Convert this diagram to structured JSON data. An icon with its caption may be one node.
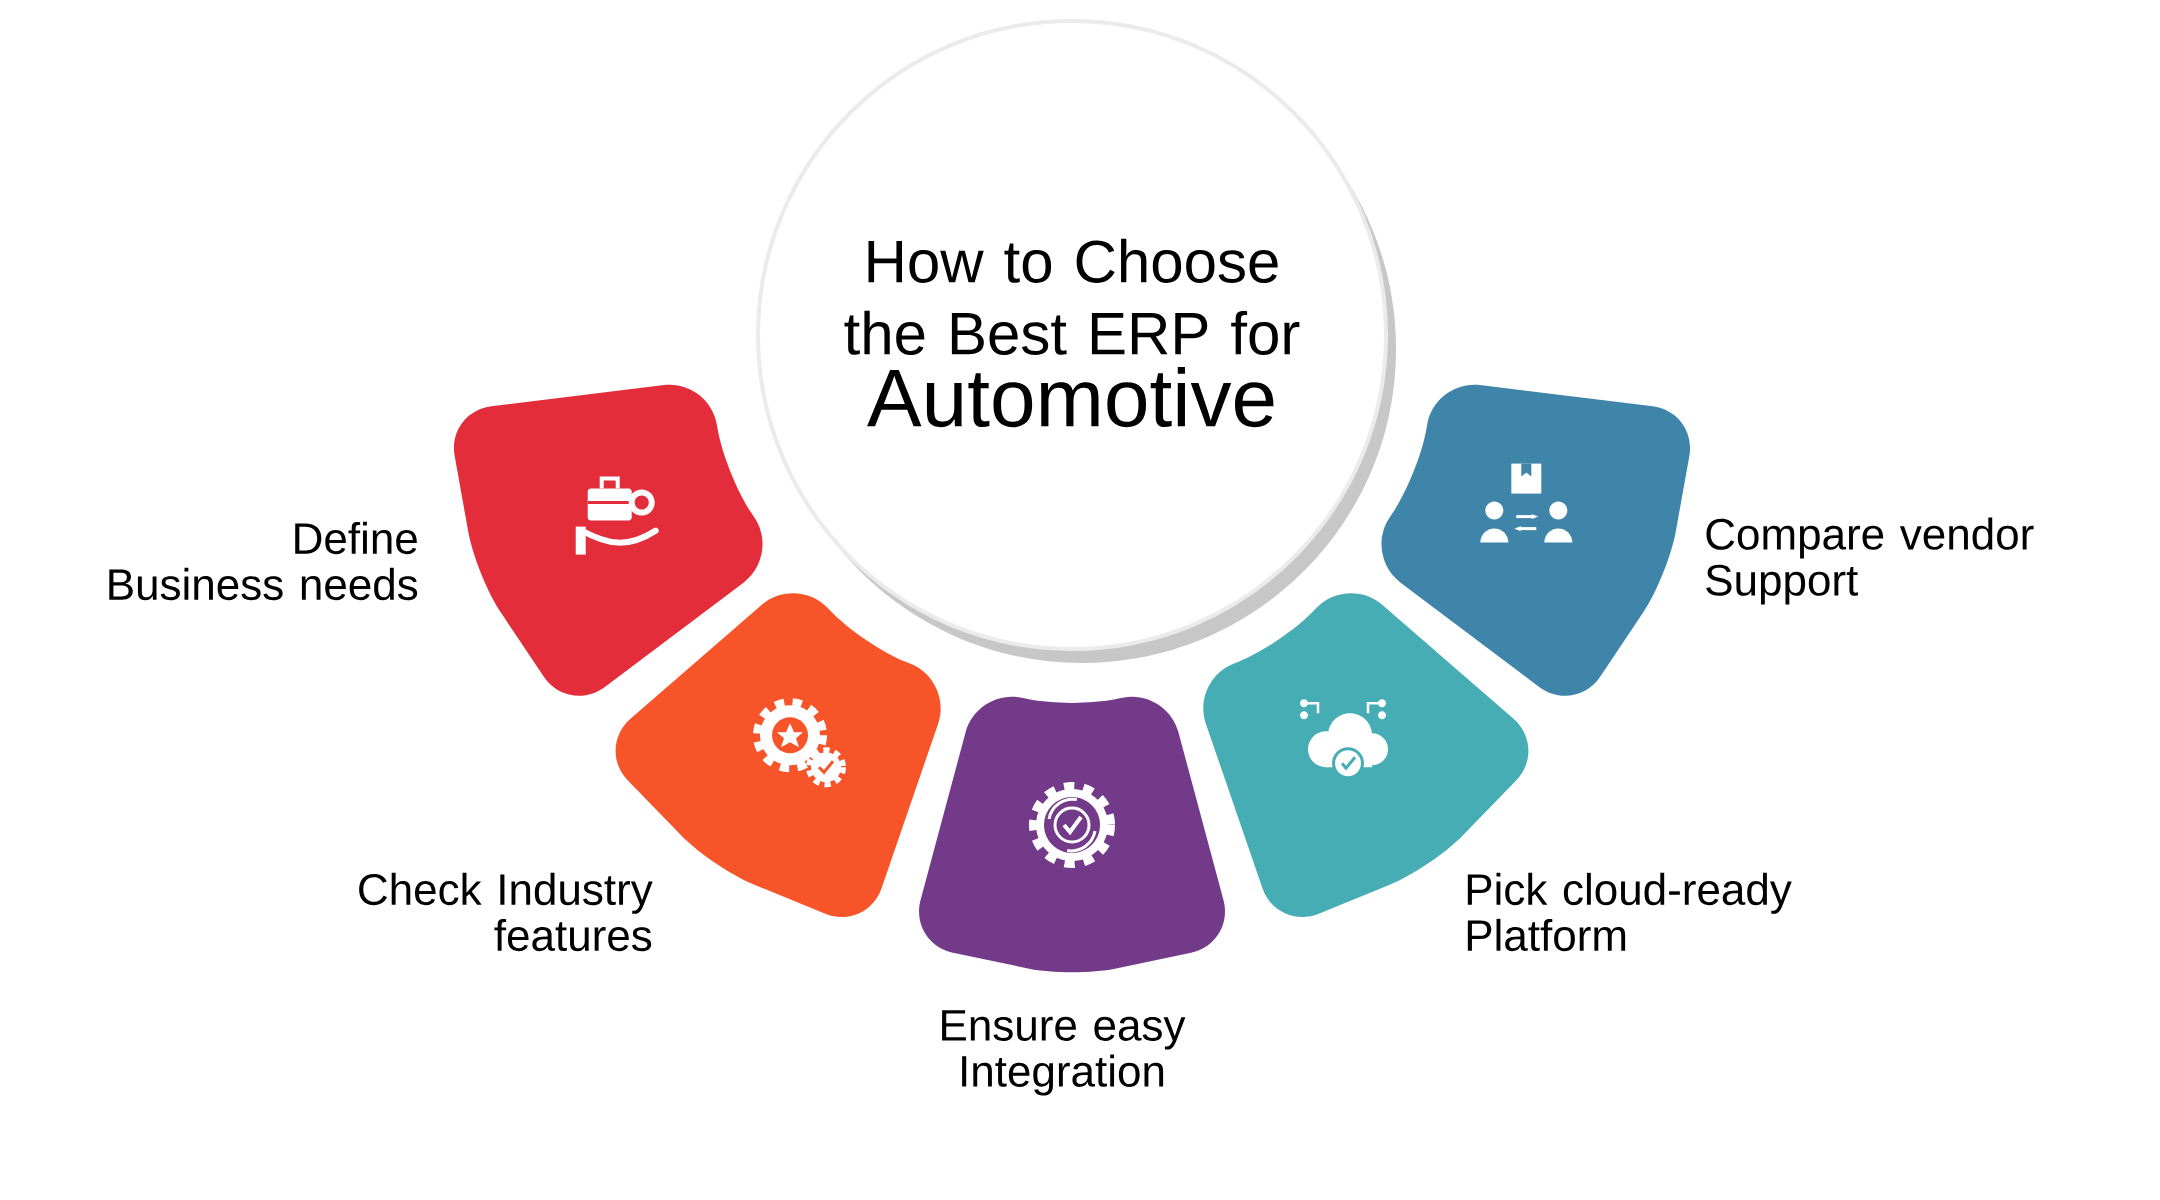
{
  "diagram": {
    "nodes": [
      {
        "text": [
          "How to Choose the Best ERP for",
          "Automotive"
        ]
      },
      {
        "text": [
          "Define Business needs"
        ]
      },
      {
        "text": [
          "Check Industry features"
        ]
      },
      {
        "text": [
          "Ensure easy Integration"
        ]
      },
      {
        "text": [
          "Pick cloud-ready Platform"
        ]
      },
      {
        "text": [
          "Compare vendor Support"
        ]
      }
    ]
  }
}
